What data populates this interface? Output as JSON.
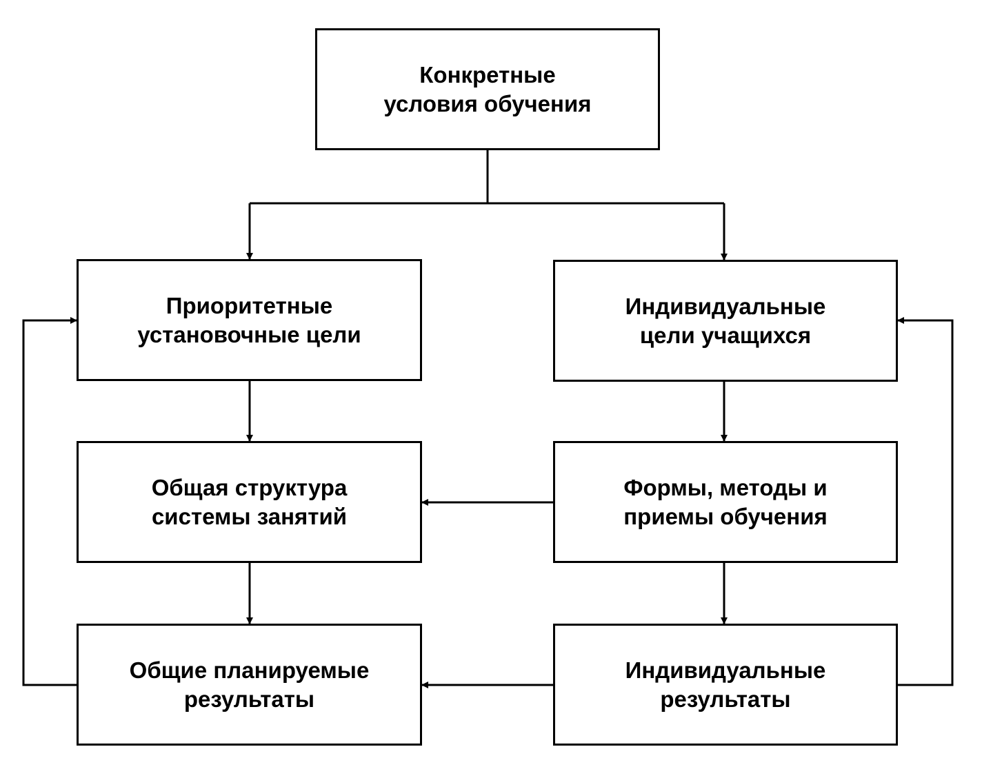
{
  "nodes": {
    "conditions": {
      "line1": "Конкретные",
      "line2": "условия обучения"
    },
    "priority_goals": {
      "line1": "Приоритетные",
      "line2": "установочные цели"
    },
    "individual_goals": {
      "line1": "Индивидуальные",
      "line2": "цели учащихся"
    },
    "general_structure": {
      "line1": "Общая структура",
      "line2": "системы занятий"
    },
    "forms_methods": {
      "line1": "Формы, методы и",
      "line2": "приемы обучения"
    },
    "general_results": {
      "line1": "Общие планируемые",
      "line2": "результаты"
    },
    "individual_results": {
      "line1": "Индивидуальные",
      "line2": "результаты"
    }
  },
  "colors": {
    "line": "#000000",
    "background": "#ffffff"
  }
}
